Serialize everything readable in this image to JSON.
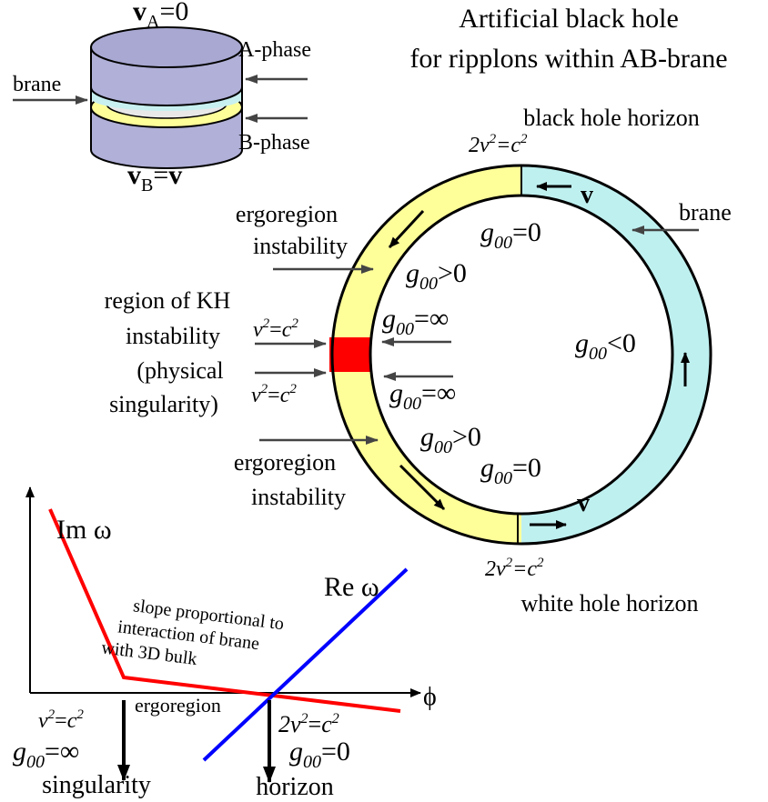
{
  "title_line1": "Artificial black hole",
  "title_line2": "for ripplons within AB-brane",
  "inset": {
    "vA_sym": "v",
    "vA_sub": "A",
    "vA_rest": "=0",
    "vB_sym": "v",
    "vB_sub": "B",
    "vB_eq": "=",
    "vB_rest": "v",
    "a_phase": "A-phase",
    "b_phase": "B-phase",
    "brane": "brane"
  },
  "ring": {
    "black_hole_horizon": "black hole horizon",
    "white_hole_horizon": "white hole horizon",
    "brane": "brane",
    "v_top": "v",
    "v_bottom": "v",
    "g00_zero_top": "g00=0",
    "g00_pos_top": "g00>0",
    "g00_inf_top": "g00=∞",
    "g00_inf_bottom": "g00=∞",
    "g00_pos_bottom": "g00>0",
    "g00_zero_bottom": "g00=0",
    "g00_neg": "g00<0"
  },
  "left_labels": {
    "ergo_top_1": "ergoregion",
    "ergo_top_2": "instability",
    "kh_1": "region of KH",
    "kh_2": "instability",
    "kh_3": "(physical",
    "kh_4": "singularity)",
    "ergo_bot_1": "ergoregion",
    "ergo_bot_2": "instability"
  },
  "graph": {
    "im_label": "Im ω",
    "re_label": "Re ω",
    "x_axis": "ϕ",
    "slope_1": "slope proportional to",
    "slope_2": "interaction of brane",
    "slope_3": "with 3D bulk",
    "ergoregion": "ergoregion",
    "g00_inf": "g00=∞",
    "g00_zero": "g00=0",
    "singularity": "singularity",
    "horizon": "horizon"
  }
}
